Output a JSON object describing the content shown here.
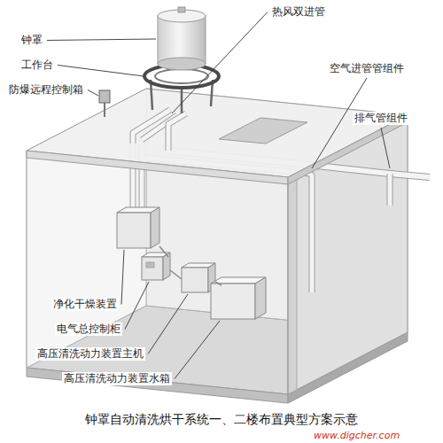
{
  "diagram": {
    "caption": "钟罩自动清洗烘干系统一、二楼布置典型方案示意",
    "labels": [
      "钟罩",
      "工作台",
      "防爆远程控制箱",
      "热风双进管",
      "空气进管管组件",
      "排气管组件",
      "净化干燥装置",
      "电气总控制柜",
      "高压清洗动力装置主机",
      "高压清洗动力装置水箱",
      "www.digcher.com"
    ]
  }
}
